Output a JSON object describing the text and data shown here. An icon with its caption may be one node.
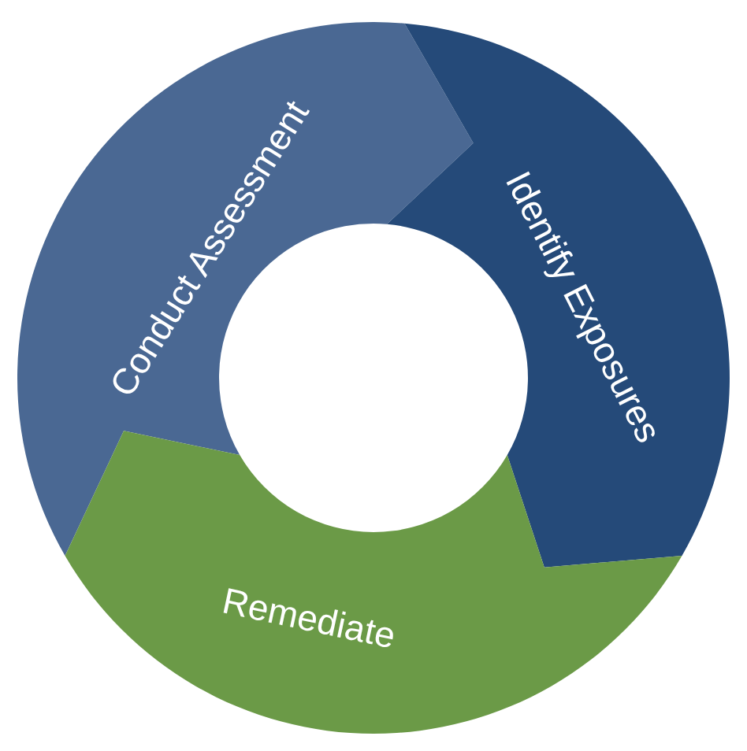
{
  "diagram": {
    "nodes": [
      {
        "text": [
          "Conduct Assessment"
        ]
      },
      {
        "text": [
          "Identify Exposures"
        ]
      },
      {
        "text": [
          "Remediate"
        ]
      }
    ]
  }
}
